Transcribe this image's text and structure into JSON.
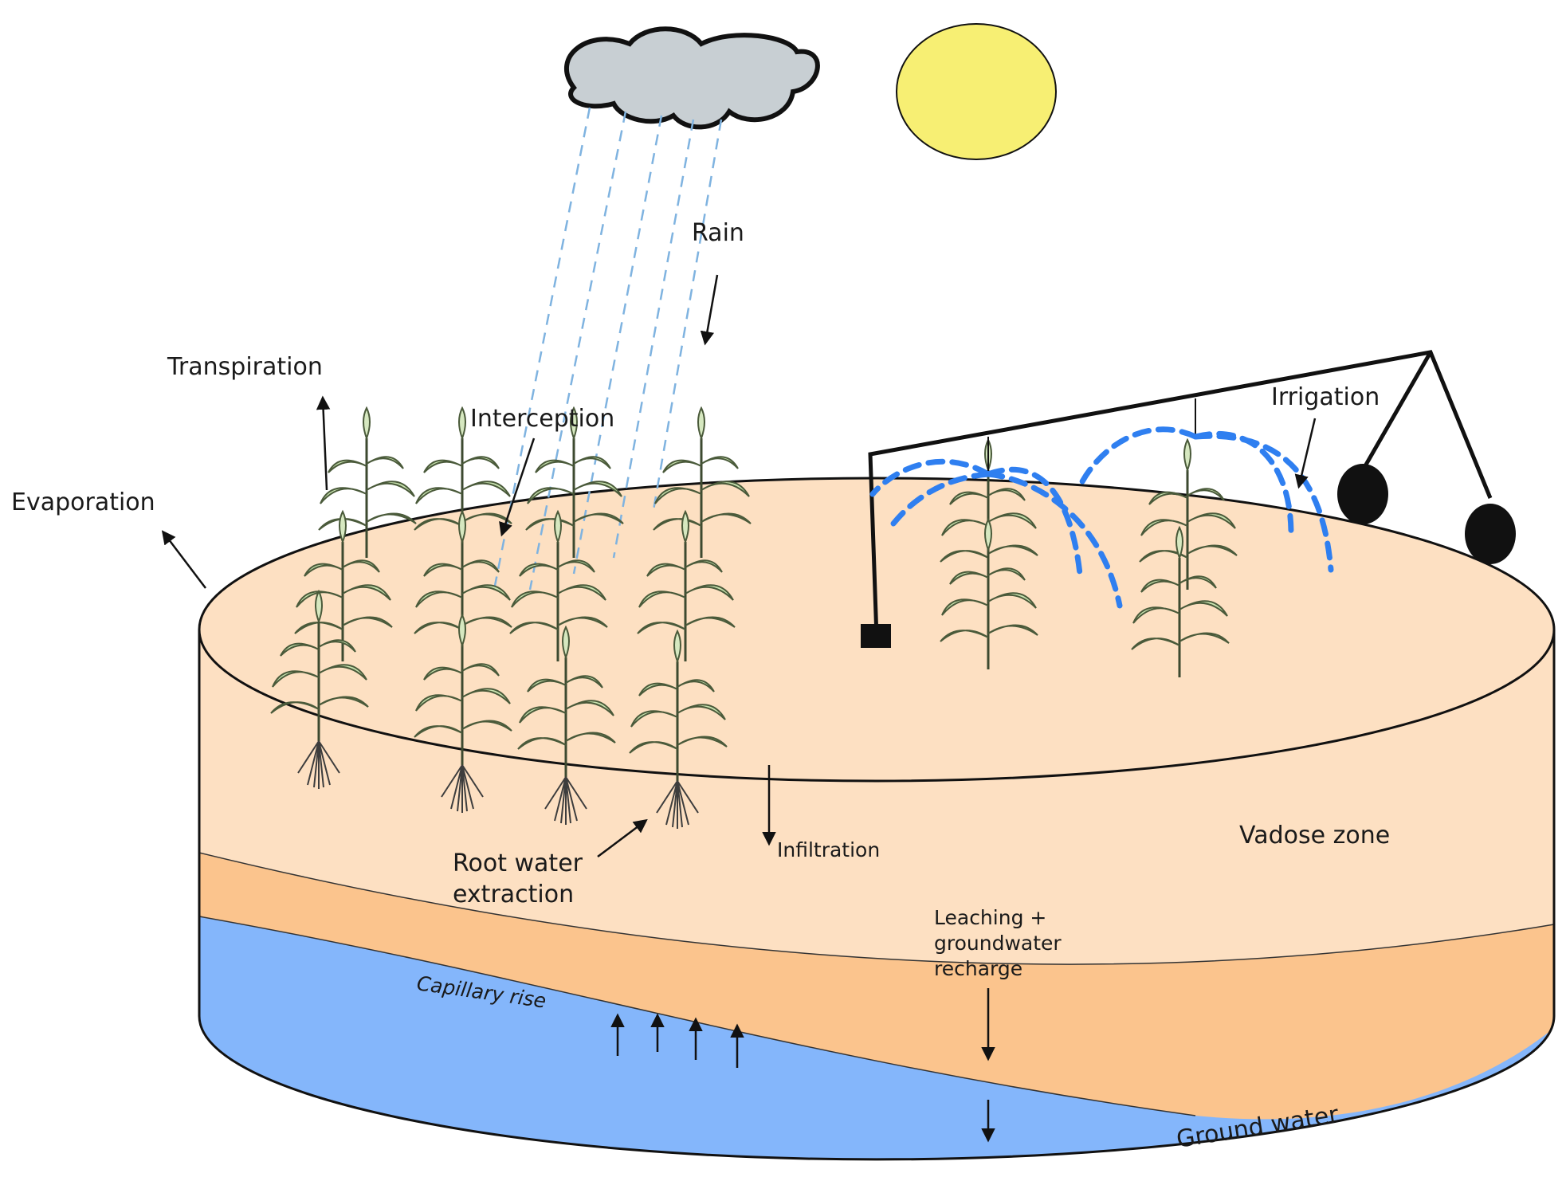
{
  "labels": {
    "rain": "Rain",
    "transpiration": "Transpiration",
    "interception": "Interception",
    "evaporation": "Evaporation",
    "irrigation": "Irrigation",
    "root_water_line1": "Root water",
    "root_water_line2": "extraction",
    "infiltration": "Infiltration",
    "vadose_zone": "Vadose zone",
    "leaching_line1": "Leaching +",
    "leaching_line2": "groundwater",
    "leaching_line3": "recharge",
    "capillary_rise": "Capillary rise",
    "ground_water": "Ground water"
  },
  "colors": {
    "cloud": "#c8cfd3",
    "sun": "#f7ef73",
    "rain": "#7fb3e0",
    "soil_top": "#fde0c2",
    "soil_side": "#fde0c2",
    "capillary_layer": "#fbc48d",
    "ground_water": "#84b6fb",
    "irrigation_spray": "#2f7ff0",
    "plant_leaf": "#c9e4b0",
    "plant_stroke": "#4a5a3a",
    "outline": "#111111"
  },
  "icons": [
    "cloud-icon",
    "sun-icon",
    "plant-icon",
    "irrigation-pivot-icon"
  ]
}
